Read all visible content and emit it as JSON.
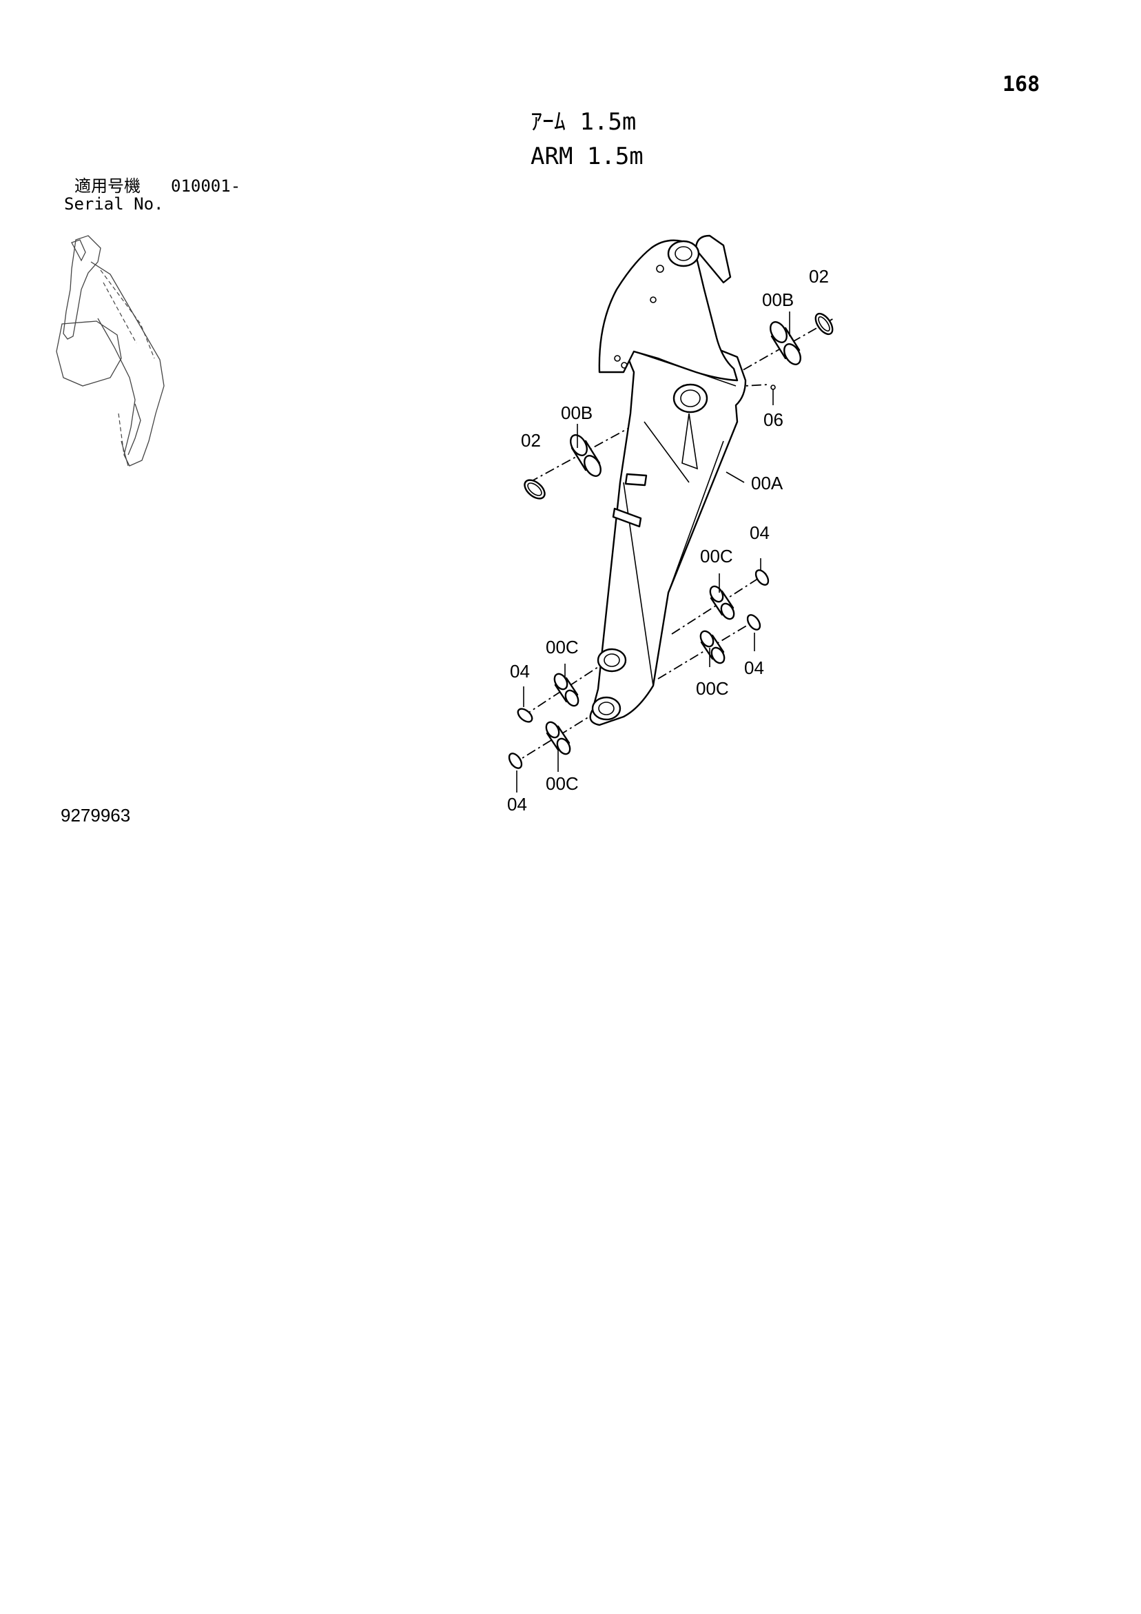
{
  "page_number": "168",
  "title": {
    "japanese": "ｱｰﾑ 1.5m",
    "english": "ARM 1.5m"
  },
  "serial": {
    "label_japanese": "適用号機",
    "range": "010001-",
    "label_english": "Serial No."
  },
  "drawing_number": "9279963",
  "part_labels": {
    "arm": "00A",
    "bushing_top_right": "00B",
    "bushing_top_left": "00B",
    "ring_top_right": "02",
    "ring_top_left": "02",
    "grease_fitting": "06",
    "bushing_upper_right": "00C",
    "ring_upper_right": "04",
    "bushing_lower_right": "00C",
    "ring_lower_right": "04",
    "bushing_upper_left": "00C",
    "ring_upper_left": "04",
    "bushing_lower_left": "00C",
    "ring_lower_left": "04"
  }
}
